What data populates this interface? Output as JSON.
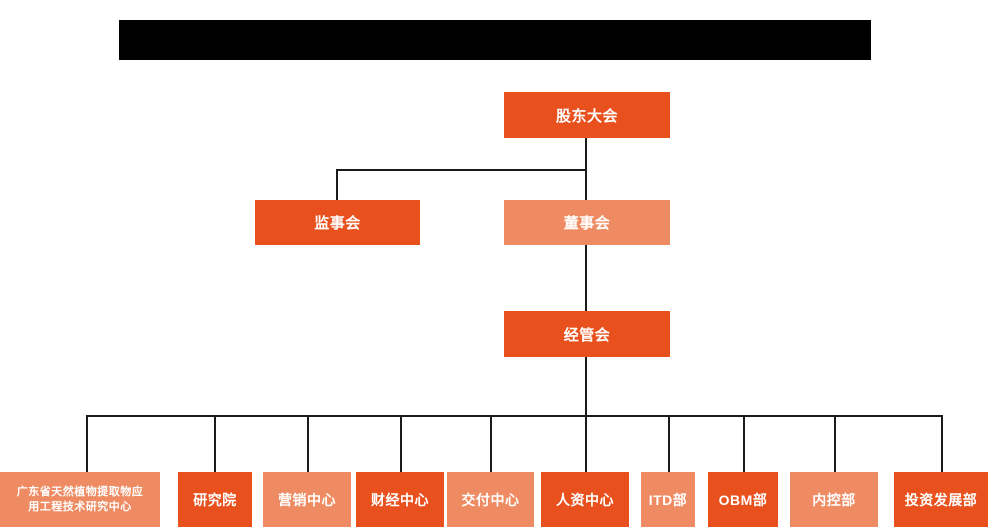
{
  "chart_data": {
    "type": "diagram",
    "title": "",
    "subtype": "organization-chart",
    "orientation": "top-down",
    "colors": {
      "accent_dark": "#E8511D",
      "accent_light": "#EF8B62",
      "connector": "#1A1A1A",
      "background": "#FFFFFF",
      "banner": "#000000",
      "node_text": "#FFFFFF"
    },
    "levels": [
      {
        "level": 1,
        "nodes": [
          "shareholders-meeting"
        ]
      },
      {
        "level": 2,
        "nodes": [
          "board-of-supervisors",
          "board-of-directors"
        ]
      },
      {
        "level": 3,
        "nodes": [
          "management-committee"
        ]
      },
      {
        "level": 4,
        "nodes": [
          "engineering-research-center",
          "research-institute",
          "marketing-center",
          "finance-center",
          "delivery-center",
          "hr-center",
          "itd-department",
          "obm-department",
          "internal-control-department",
          "investment-development-department"
        ]
      }
    ],
    "edges": [
      {
        "from": "shareholders-meeting",
        "to": "board-of-supervisors"
      },
      {
        "from": "shareholders-meeting",
        "to": "board-of-directors"
      },
      {
        "from": "board-of-directors",
        "to": "management-committee"
      },
      {
        "from": "management-committee",
        "to": "engineering-research-center"
      },
      {
        "from": "management-committee",
        "to": "research-institute"
      },
      {
        "from": "management-committee",
        "to": "marketing-center"
      },
      {
        "from": "management-committee",
        "to": "finance-center"
      },
      {
        "from": "management-committee",
        "to": "delivery-center"
      },
      {
        "from": "management-committee",
        "to": "hr-center"
      },
      {
        "from": "management-committee",
        "to": "itd-department"
      },
      {
        "from": "management-committee",
        "to": "obm-department"
      },
      {
        "from": "management-committee",
        "to": "internal-control-department"
      },
      {
        "from": "management-committee",
        "to": "investment-development-department"
      }
    ]
  },
  "banner": {
    "text": "",
    "redacted": true
  },
  "nodes": {
    "shareholders_meeting": {
      "label": "股东大会",
      "shade": "dark"
    },
    "board_of_supervisors": {
      "label": "监事会",
      "shade": "dark"
    },
    "board_of_directors": {
      "label": "董事会",
      "shade": "light"
    },
    "management_committee": {
      "label": "经管会",
      "shade": "dark"
    }
  },
  "departments": [
    {
      "label_line1": "广东省天然植物提取物应",
      "label_line2": "用工程技术研究中心",
      "shade": "light"
    },
    {
      "label": "研究院",
      "shade": "dark"
    },
    {
      "label": "营销中心",
      "shade": "light"
    },
    {
      "label": "财经中心",
      "shade": "dark"
    },
    {
      "label": "交付中心",
      "shade": "light"
    },
    {
      "label": "人资中心",
      "shade": "dark"
    },
    {
      "label": "ITD部",
      "shade": "light"
    },
    {
      "label": "OBM部",
      "shade": "dark"
    },
    {
      "label": "内控部",
      "shade": "light"
    },
    {
      "label": "投资发展部",
      "shade": "dark"
    }
  ]
}
